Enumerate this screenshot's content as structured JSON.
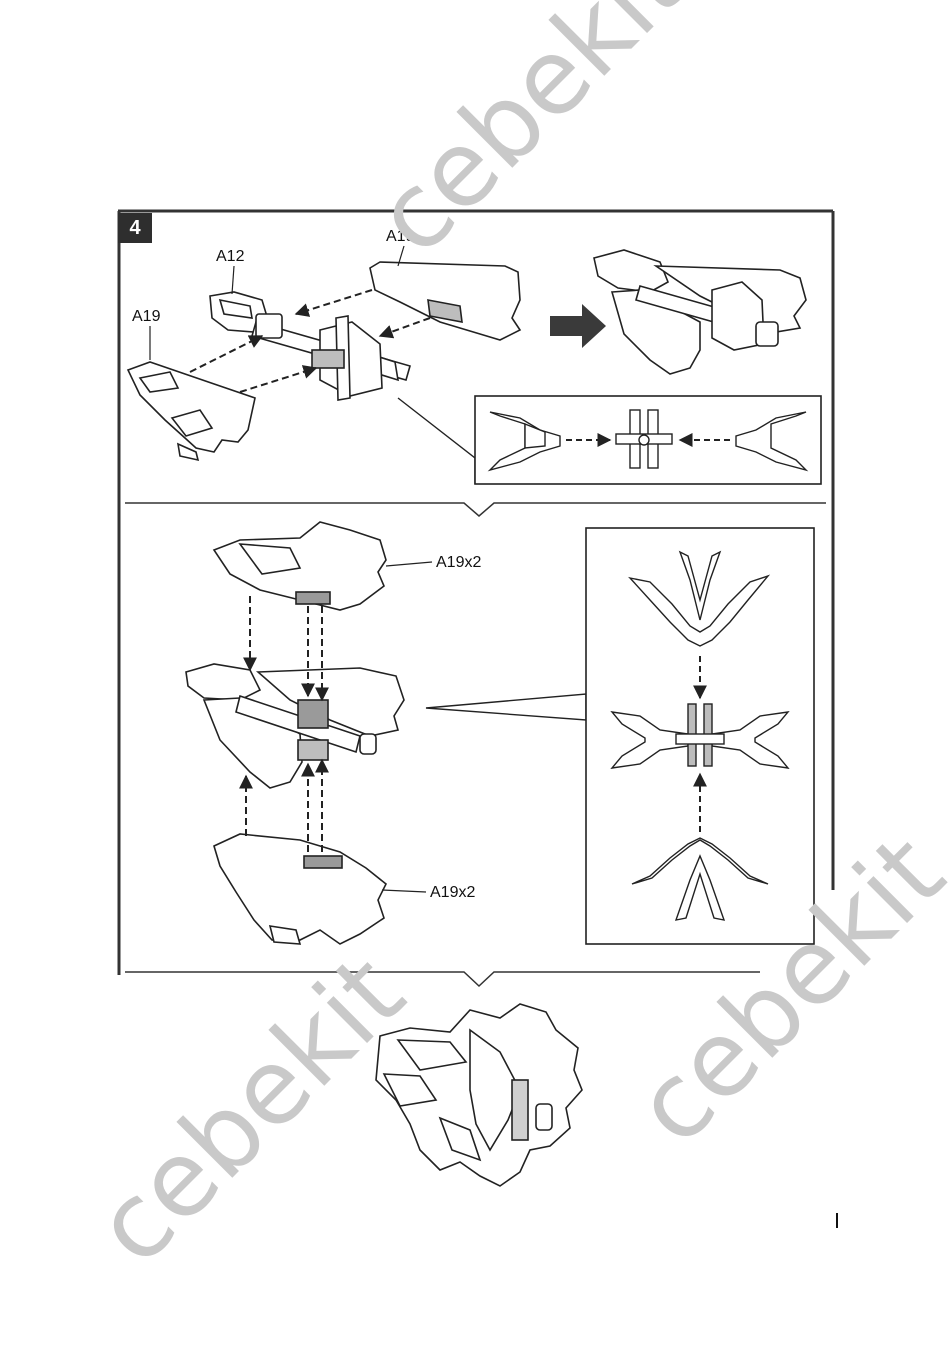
{
  "step": {
    "number": "4"
  },
  "parts": {
    "top_a19_right": "A19",
    "top_a12": "A12",
    "top_a19_left": "A19",
    "mid_upper_label": "A19x2",
    "mid_lower_label": "A19x2"
  },
  "watermark": {
    "text": "cebekit",
    "color": "#c9c9c9"
  },
  "colors": {
    "frame": "#333333",
    "line": "#222222",
    "shade": "#9a9a9a"
  }
}
